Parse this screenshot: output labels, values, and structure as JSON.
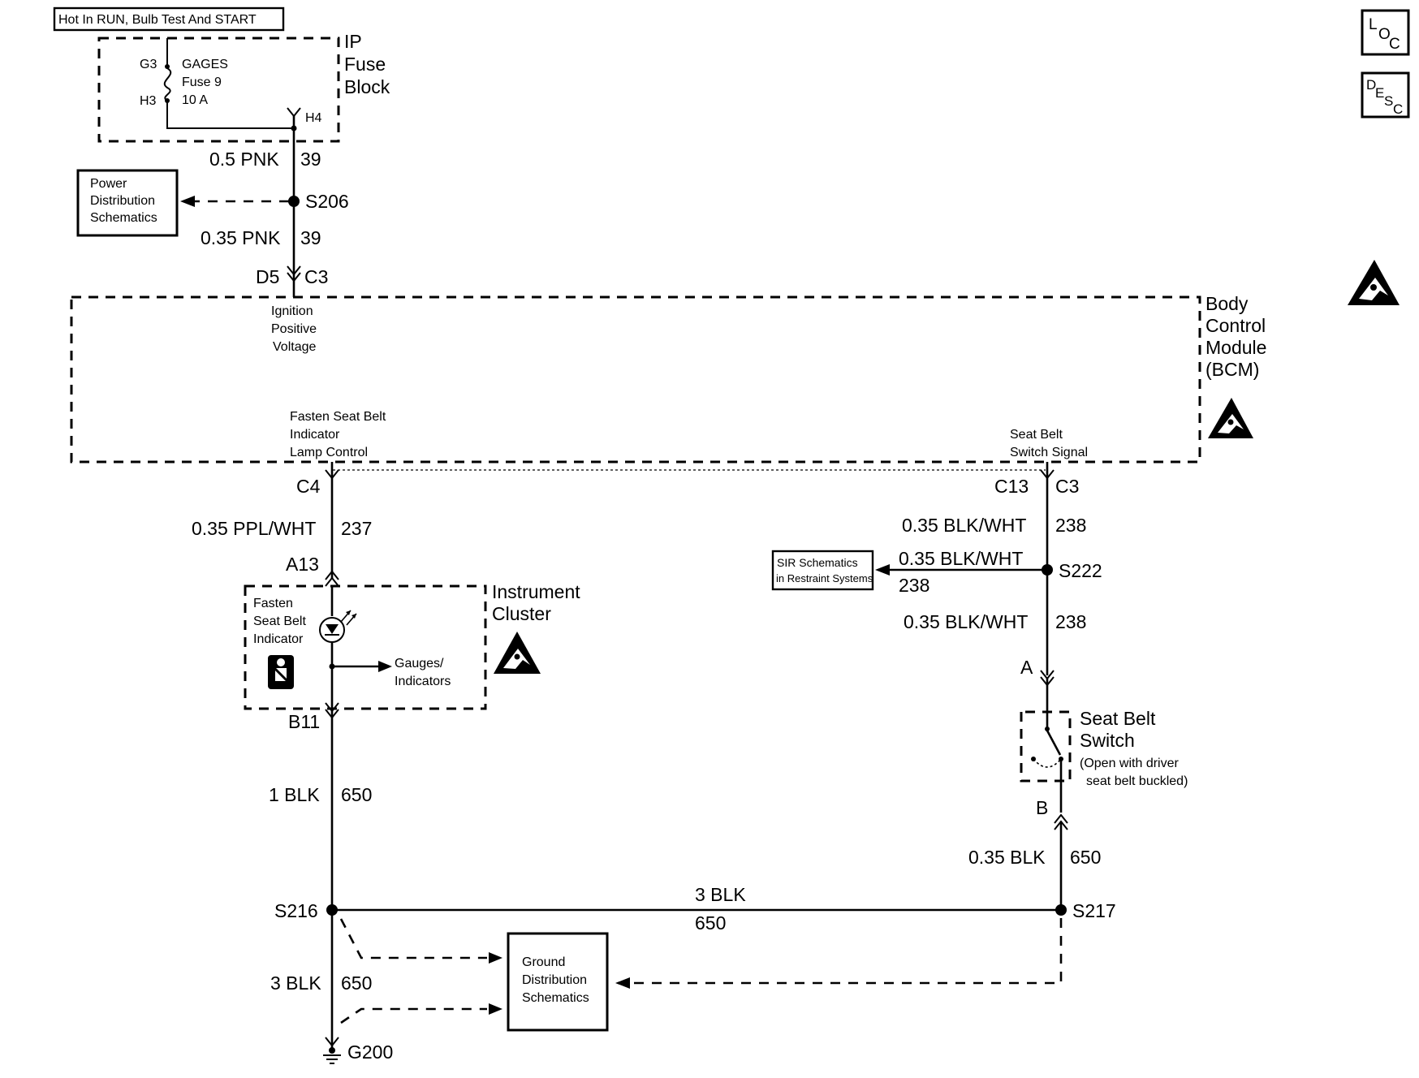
{
  "header_box": "Hot In RUN, Bulb Test And START",
  "icons": {
    "loc": "LOC",
    "desc": "DESC",
    "esd": "esd-warning-icon",
    "loc_letters": [
      "L",
      "O",
      "C"
    ],
    "desc_letters": [
      "D",
      "E",
      "S",
      "C"
    ]
  },
  "fuse_block": {
    "title": [
      "IP",
      "Fuse",
      "Block"
    ],
    "pin_in": "G3",
    "pin_out": "H3",
    "fuse_lines": [
      "GAGES",
      "Fuse 9",
      "10 A"
    ],
    "connector": "H4"
  },
  "wire_top": {
    "gauge": "0.5 PNK",
    "circuit": "39"
  },
  "splice_s206": "S206",
  "power_dist": [
    "Power",
    "Distribution",
    "Schematics"
  ],
  "wire_top2": {
    "gauge": "0.35 PNK",
    "circuit": "39"
  },
  "bcm_top_pins": {
    "left": "D5",
    "right": "C3"
  },
  "bcm": {
    "title": [
      "Body",
      "Control",
      "Module",
      "(BCM)"
    ],
    "ignition_label": [
      "Ignition",
      "Positive",
      "Voltage"
    ],
    "fasten_label": [
      "Fasten Seat Belt",
      "Indicator",
      "Lamp Control"
    ],
    "switch_label": [
      "Seat Belt",
      "Switch Signal"
    ]
  },
  "left_circuit": {
    "pin_c4": "C4",
    "wire_237": {
      "gauge": "0.35 PPL/WHT",
      "circuit": "237"
    },
    "pin_a13": "A13",
    "pin_b11": "B11",
    "wire_650": {
      "gauge": "1 BLK",
      "circuit": "650"
    }
  },
  "instrument_cluster": {
    "title": [
      "Instrument",
      "Cluster"
    ],
    "indicator_label": [
      "Fasten",
      "Seat Belt",
      "Indicator"
    ],
    "gauges_label": [
      "Gauges/",
      "Indicators"
    ]
  },
  "right_circuit": {
    "pins_top": {
      "left": "C13",
      "right": "C3"
    },
    "wire_a": {
      "gauge": "0.35 BLK/WHT",
      "circuit": "238"
    },
    "splice_s222": "S222",
    "sir_wire": {
      "gauge": "0.35 BLK/WHT",
      "circuit": "238"
    },
    "sir_box": [
      "SIR Schematics",
      "in Restraint Systems"
    ],
    "wire_b": {
      "gauge": "0.35 BLK/WHT",
      "circuit": "238"
    },
    "pin_a": "A",
    "switch_title": [
      "Seat Belt",
      "Switch"
    ],
    "switch_note": [
      "(Open with driver",
      "seat belt buckled)"
    ],
    "pin_b": "B",
    "wire_c": {
      "gauge": "0.35 BLK",
      "circuit": "650"
    }
  },
  "ground": {
    "splice_s216": "S216",
    "splice_s217": "S217",
    "bus_wire": {
      "gauge": "3 BLK",
      "circuit": "650"
    },
    "drop_wire": {
      "gauge": "3 BLK",
      "circuit": "650"
    },
    "ground_box": [
      "Ground",
      "Distribution",
      "Schematics"
    ],
    "ground_point": "G200"
  }
}
